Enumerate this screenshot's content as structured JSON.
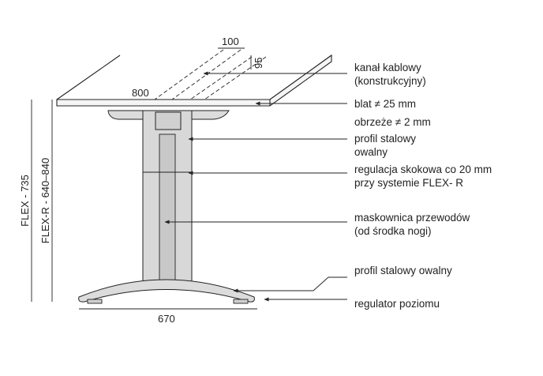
{
  "dimensions": {
    "top_depth": "100",
    "top_offset": "95",
    "width": "800",
    "base": "670",
    "height_flex": "FLEX - 735",
    "height_flex_r": "FLEX-R - 640–840"
  },
  "callouts": [
    {
      "lines": [
        "kanał kablowy",
        "(konstrukcyjny)"
      ]
    },
    {
      "lines": [
        "blat ≠ 25 mm"
      ]
    },
    {
      "lines": [
        "obrzeże ≠ 2 mm"
      ]
    },
    {
      "lines": [
        "profil stalowy",
        "owalny"
      ]
    },
    {
      "lines": [
        "regulacja skokowa co 20 mm",
        "przy systemie FLEX- R"
      ]
    },
    {
      "lines": [
        "maskownica przewodów",
        "(od środka nogi)"
      ]
    },
    {
      "lines": [
        "profil stalowy owalny"
      ]
    },
    {
      "lines": [
        "regulator poziomu"
      ]
    }
  ],
  "colors": {
    "stroke": "#222222",
    "leg_fill": "#d8d8d8",
    "leg_inner": "#c8c8c8",
    "top_fill": "#f5f5f5"
  }
}
